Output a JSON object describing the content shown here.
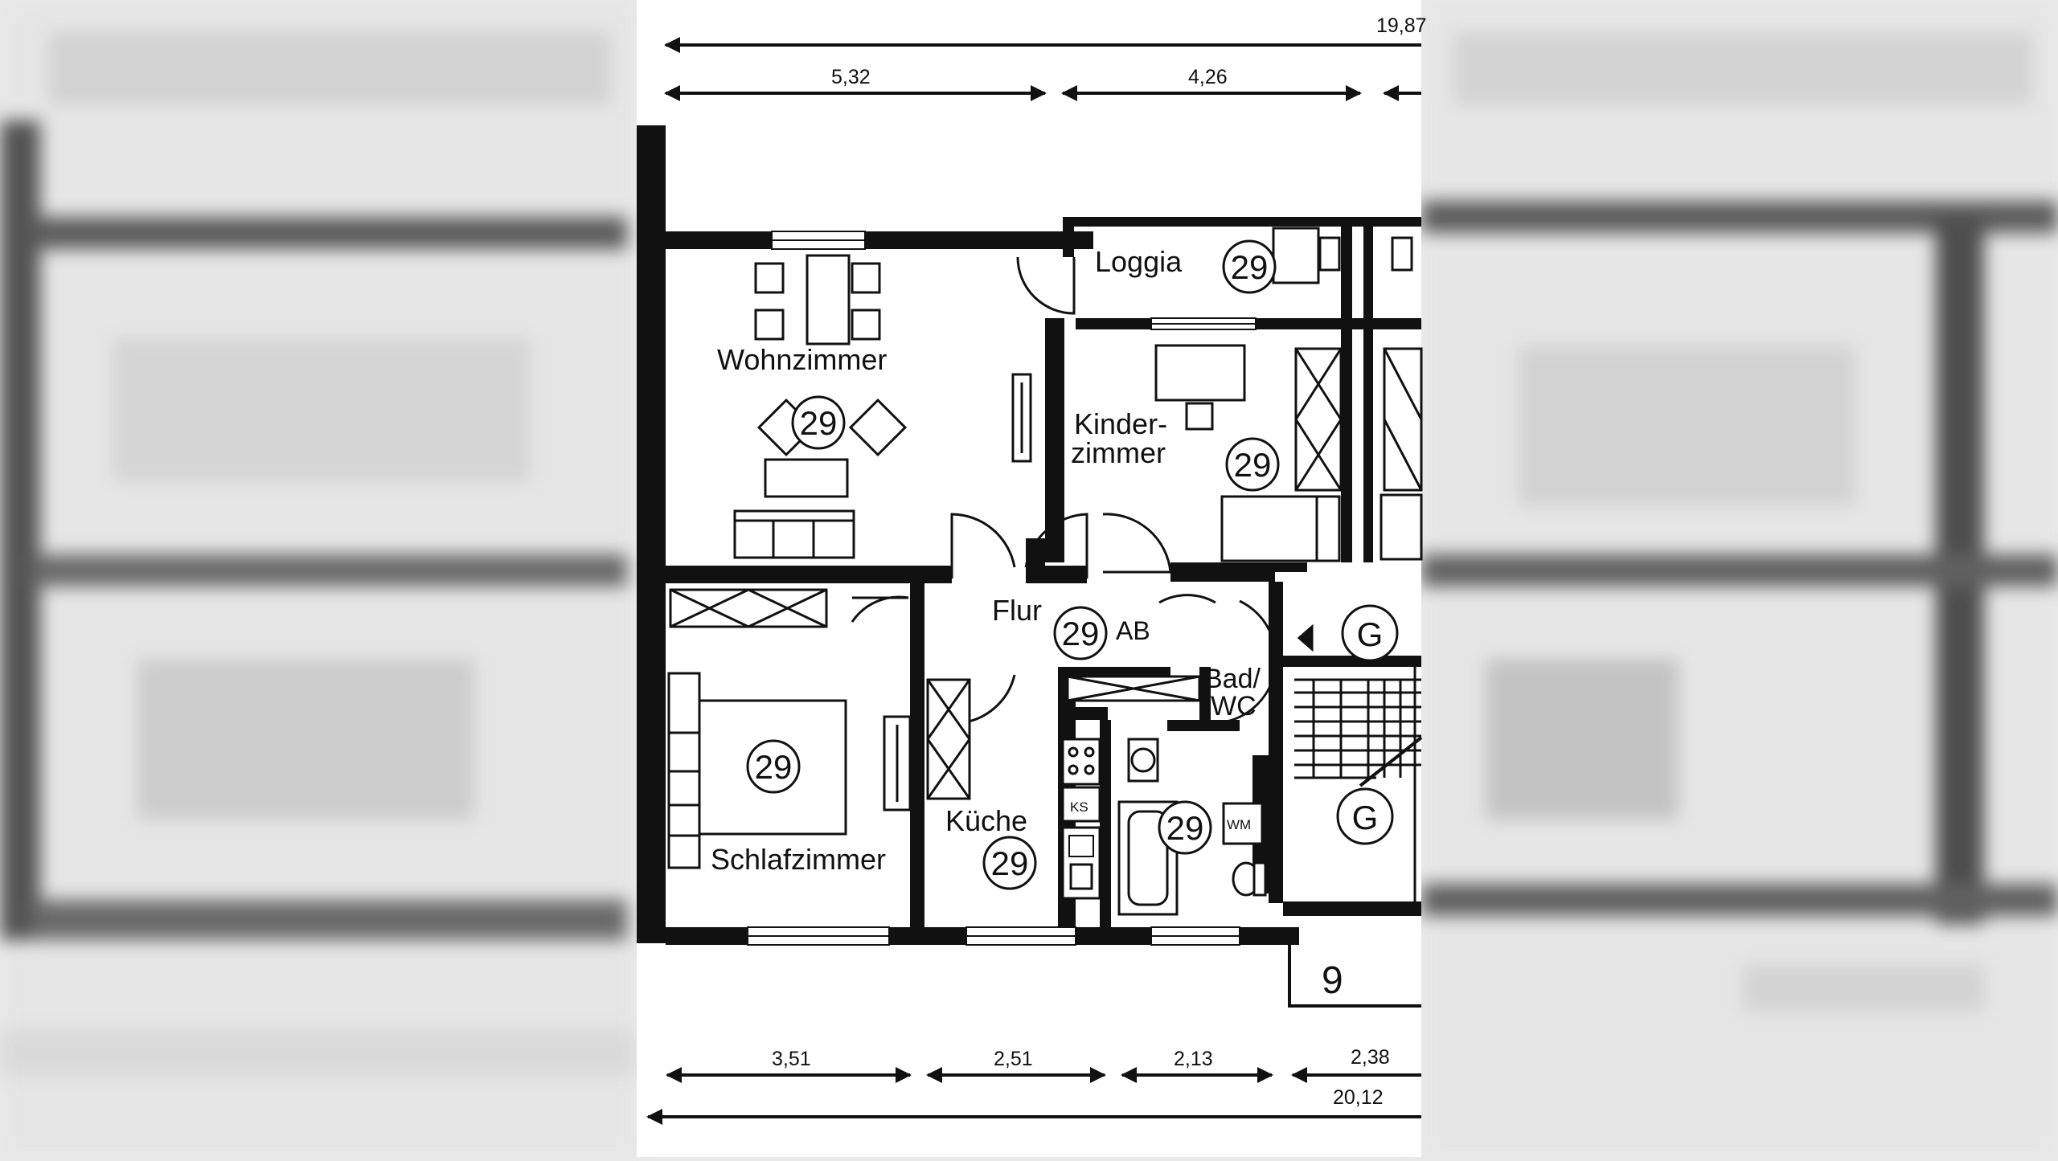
{
  "rooms": {
    "loggia": "Loggia",
    "wohnzimmer": "Wohnzimmer",
    "kinderzimmer_line1": "Kinder-",
    "kinderzimmer_line2": "zimmer",
    "flur": "Flur",
    "flur_extra": "AB",
    "bad_line1": "Bad/",
    "bad_line2": "WC",
    "schlafzimmer": "Schlafzimmer",
    "kueche": "Küche"
  },
  "markers": {
    "unit": "29",
    "stair": "G",
    "building_number": "9"
  },
  "appliances": {
    "fridge": "KS",
    "washer": "WM"
  },
  "dimensions": {
    "top_total": "19,87",
    "top_1": "5,32",
    "top_2": "4,26",
    "bottom_1": "3,51",
    "bottom_2": "2,51",
    "bottom_3": "2,13",
    "bottom_4": "2,38",
    "bottom_total": "20,12"
  },
  "colors": {
    "wall": "#111111",
    "paper": "#ffffff",
    "blur_background": "#e9e9e9"
  }
}
